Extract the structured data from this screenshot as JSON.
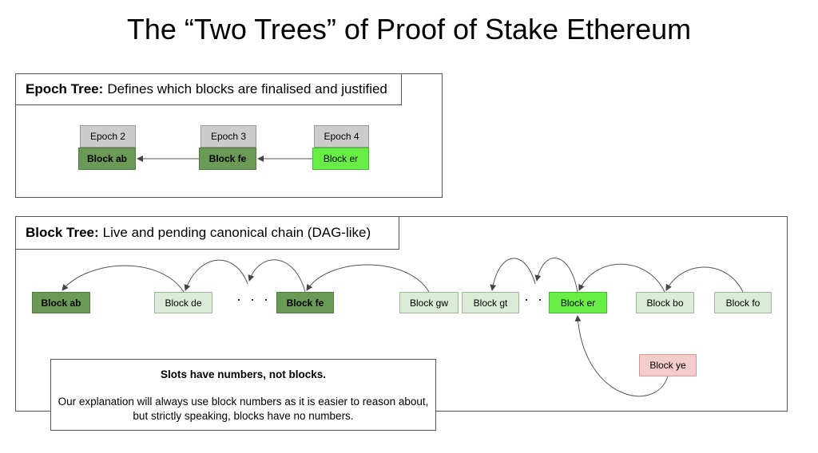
{
  "title": "The “Two Trees” of Proof of Stake Ethereum",
  "epoch_tree": {
    "header_bold": "Epoch Tree:",
    "header_text": "Defines which blocks are finalised and justified",
    "epochs": [
      {
        "epoch": "Epoch 2",
        "block": "Block ab",
        "state": "finalised"
      },
      {
        "epoch": "Epoch 3",
        "block": "Block fe",
        "state": "finalised"
      },
      {
        "epoch": "Epoch 4",
        "block": "Block er",
        "state": "live"
      }
    ]
  },
  "block_tree": {
    "header_bold": "Block Tree:",
    "header_text": "Live and pending canonical chain (DAG-like)",
    "blocks": {
      "ab": "Block ab",
      "de": "Block de",
      "fe": "Block fe",
      "gw": "Block gw",
      "gt": "Block gt",
      "er": "Block er",
      "bo": "Block bo",
      "fo": "Block fo",
      "ye": "Block ye"
    },
    "ellipsis": "· · ·"
  },
  "note": {
    "title": "Slots have numbers, not blocks.",
    "body": "Our explanation will always use block numbers as it is easier to reason about, but strictly speaking, blocks have no numbers."
  },
  "colors": {
    "finalised": "#6a9a55",
    "live": "#66ee44",
    "pending": "#dcebd7",
    "orphan": "#f4cccc",
    "epoch_label": "#cccccc"
  }
}
